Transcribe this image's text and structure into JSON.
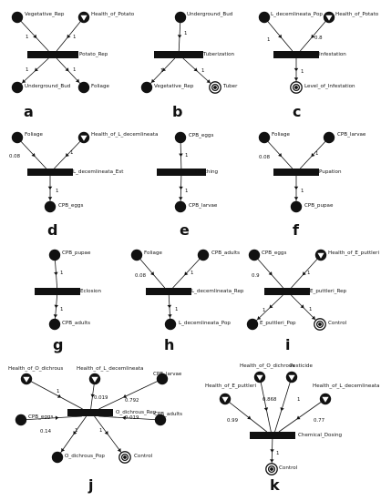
{
  "panels": [
    {
      "letter": "a",
      "transition": "Potato_Rep",
      "places": [
        {
          "label": "Vegetative_Rep",
          "type": "place"
        },
        {
          "label": "Health_of_Potato",
          "type": "modifier"
        },
        {
          "label": "Underground_Bud",
          "type": "place"
        },
        {
          "label": "Foliage",
          "type": "place"
        }
      ],
      "arcs": [
        {
          "from": 0,
          "to": "T",
          "weight": "1"
        },
        {
          "from": 1,
          "to": "T",
          "weight": "1"
        },
        {
          "from": "T",
          "to": 2,
          "weight": "1"
        },
        {
          "from": "T",
          "to": 3,
          "weight": "1"
        }
      ]
    },
    {
      "letter": "b",
      "transition": "Tuberization",
      "places": [
        {
          "label": "Underground_Bud",
          "type": "place"
        },
        {
          "label": "Vegetative_Rep",
          "type": "place"
        },
        {
          "label": "Tuber",
          "type": "sink"
        }
      ],
      "arcs": [
        {
          "from": 0,
          "to": "T",
          "weight": "1"
        },
        {
          "from": "T",
          "to": 1,
          "weight": "1"
        },
        {
          "from": "T",
          "to": 2,
          "weight": "1"
        }
      ]
    },
    {
      "letter": "c",
      "transition": "Infestation",
      "places": [
        {
          "label": "L_decemlineata_Pop",
          "type": "place"
        },
        {
          "label": "Health_of_Potato",
          "type": "modifier"
        },
        {
          "label": "Level_of_Infestation",
          "type": "sink"
        }
      ],
      "arcs": [
        {
          "from": 0,
          "to": "T",
          "weight": "1"
        },
        {
          "from": 1,
          "to": "T",
          "weight": "0.8"
        },
        {
          "from": "T",
          "to": 2,
          "weight": "1"
        }
      ]
    },
    {
      "letter": "d",
      "transition": "L_decemlineata_Est",
      "places": [
        {
          "label": "Foliage",
          "type": "place"
        },
        {
          "label": "Health_of_L_decemlineata",
          "type": "modifier"
        },
        {
          "label": "CPB_eggs",
          "type": "place"
        }
      ],
      "arcs": [
        {
          "from": 0,
          "to": "T",
          "weight": "0.08"
        },
        {
          "from": 1,
          "to": "T",
          "weight": "1"
        },
        {
          "from": "T",
          "to": 2,
          "weight": "1"
        }
      ]
    },
    {
      "letter": "e",
      "transition": "Hatching",
      "places": [
        {
          "label": "CPB_eggs",
          "type": "place"
        },
        {
          "label": "CPB_larvae",
          "type": "place"
        }
      ],
      "arcs": [
        {
          "from": 0,
          "to": "T",
          "weight": "1"
        },
        {
          "from": "T",
          "to": 1,
          "weight": "1"
        }
      ]
    },
    {
      "letter": "f",
      "transition": "Pupation",
      "places": [
        {
          "label": "Foliage",
          "type": "place"
        },
        {
          "label": "CPB_larvae",
          "type": "place"
        },
        {
          "label": "CPB_pupae",
          "type": "place"
        }
      ],
      "arcs": [
        {
          "from": 0,
          "to": "T",
          "weight": "0.08"
        },
        {
          "from": 1,
          "to": "T",
          "weight": "1"
        },
        {
          "from": "T",
          "to": 2,
          "weight": "1"
        }
      ]
    },
    {
      "letter": "g",
      "transition": "Eclosion",
      "places": [
        {
          "label": "CPB_pupae",
          "type": "place"
        },
        {
          "label": "CPB_adults",
          "type": "place"
        }
      ],
      "arcs": [
        {
          "from": 0,
          "to": "T",
          "weight": "1"
        },
        {
          "from": "T",
          "to": 1,
          "weight": "1"
        }
      ]
    },
    {
      "letter": "h",
      "transition": "L_decemlineata_Rep",
      "places": [
        {
          "label": "Foliage",
          "type": "place"
        },
        {
          "label": "CPB_adults",
          "type": "place"
        },
        {
          "label": "L_decemlineata_Pop",
          "type": "place"
        }
      ],
      "arcs": [
        {
          "from": 0,
          "to": "T",
          "weight": "0.08"
        },
        {
          "from": 1,
          "to": "T",
          "weight": "1"
        },
        {
          "from": "T",
          "to": 2,
          "weight": "1"
        }
      ]
    },
    {
      "letter": "i",
      "transition": "E_puttleri_Rep",
      "places": [
        {
          "label": "CPB_eggs",
          "type": "place"
        },
        {
          "label": "Health_of_E_puttleri",
          "type": "modifier"
        },
        {
          "label": "E_puttleri_Pop",
          "type": "place"
        },
        {
          "label": "Control",
          "type": "sink"
        }
      ],
      "arcs": [
        {
          "from": 0,
          "to": "T",
          "weight": "0.9"
        },
        {
          "from": 1,
          "to": "T",
          "weight": "1"
        },
        {
          "from": "T",
          "to": 2,
          "weight": "1"
        },
        {
          "from": "T",
          "to": 3,
          "weight": "1"
        }
      ]
    },
    {
      "letter": "j",
      "transition": "O_dichrous_Rep",
      "places": [
        {
          "label": "Health_of_O_dichrous",
          "type": "modifier"
        },
        {
          "label": "Health_of_L_decemlineata",
          "type": "modifier"
        },
        {
          "label": "CPB_larvae",
          "type": "place"
        },
        {
          "label": "CPB_eggs",
          "type": "place"
        },
        {
          "label": "CPB_adults",
          "type": "place"
        },
        {
          "label": "O_dichrous_Pop",
          "type": "place"
        },
        {
          "label": "Control",
          "type": "sink"
        }
      ],
      "arcs": [
        {
          "from": 0,
          "to": "T",
          "weight": "1"
        },
        {
          "from": 1,
          "to": "T",
          "weight": "0.019"
        },
        {
          "from": 2,
          "to": "T",
          "weight": "0.792"
        },
        {
          "from": 3,
          "to": "T",
          "weight": "0.14"
        },
        {
          "from": 4,
          "to": "T",
          "weight": "0.019"
        },
        {
          "from": "T",
          "to": 5,
          "weight": "1"
        },
        {
          "from": "T",
          "to": 6,
          "weight": "1"
        }
      ]
    },
    {
      "letter": "k",
      "transition": "Chemical_Dosing",
      "places": [
        {
          "label": "Health_of_O_dichrous",
          "type": "modifier"
        },
        {
          "label": "Pesticide",
          "type": "modifier"
        },
        {
          "label": "Health_of_E_puttleri",
          "type": "modifier"
        },
        {
          "label": "Health_of_L_decemlineata",
          "type": "modifier"
        },
        {
          "label": "Control",
          "type": "sink"
        }
      ],
      "arcs": [
        {
          "from": 0,
          "to": "T",
          "weight": "0.868"
        },
        {
          "from": 1,
          "to": "T",
          "weight": "1"
        },
        {
          "from": 2,
          "to": "T",
          "weight": "0.99"
        },
        {
          "from": 3,
          "to": "T",
          "weight": "0.77"
        },
        {
          "from": "T",
          "to": 4,
          "weight": "1"
        }
      ]
    }
  ]
}
